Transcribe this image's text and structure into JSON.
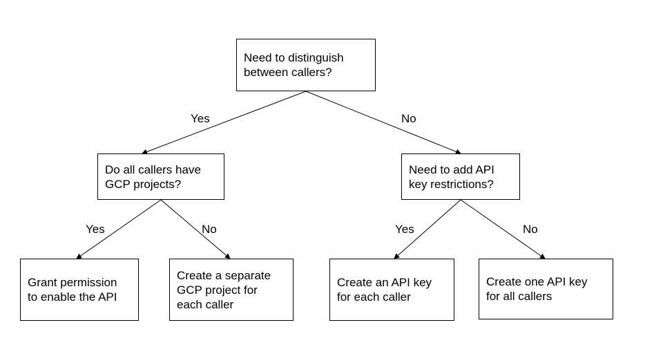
{
  "nodes": {
    "root": "Need to distinguish\nbetween callers?",
    "gcp_question": "Do all callers have\nGCP projects?",
    "restrictions_question": "Need to add API\nkey restrictions?",
    "grant_permission": "Grant permission\nto enable the API",
    "separate_project": "Create a separate\nGCP project for\neach caller",
    "key_each": "Create an API key\nfor each caller",
    "key_all": "Create one API key\nfor all callers"
  },
  "edges": {
    "root_yes": "Yes",
    "root_no": "No",
    "gcp_yes": "Yes",
    "gcp_no": "No",
    "restrict_yes": "Yes",
    "restrict_no": "No"
  },
  "colors": {
    "line": "#000000",
    "box_border": "#000000",
    "background": "#ffffff",
    "text": "#000000"
  }
}
